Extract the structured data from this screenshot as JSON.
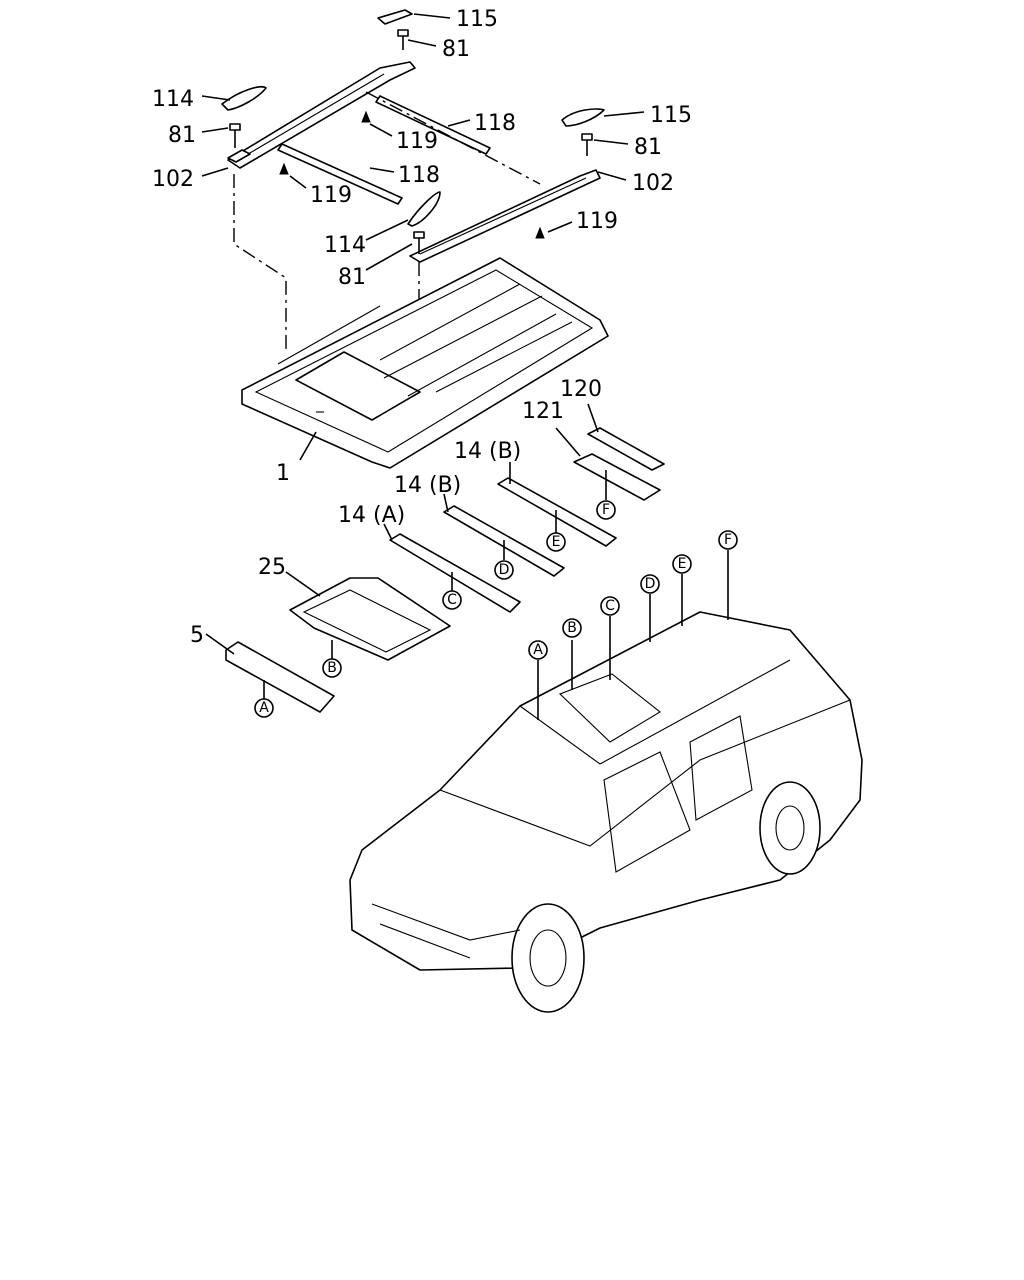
{
  "callouts": {
    "c115a": "115",
    "c81a": "81",
    "c114a": "114",
    "c81b": "81",
    "c102a": "102",
    "c118a": "118",
    "c119a": "119",
    "c118b": "118",
    "c119b": "119",
    "c115b": "115",
    "c81c": "81",
    "c102b": "102",
    "c119c": "119",
    "c114b": "114",
    "c81d": "81",
    "c1": "1",
    "c120": "120",
    "c121": "121",
    "c14b1": "14 (B)",
    "c14b2": "14 (B)",
    "c14a": "14 (A)",
    "c25": "25",
    "c5": "5"
  },
  "circles": {
    "partA": "A",
    "partB": "B",
    "partC": "C",
    "partD": "D",
    "partE": "E",
    "partF": "F",
    "carA": "A",
    "carB": "B",
    "carC": "C",
    "carD": "D",
    "carE": "E",
    "carF": "F"
  }
}
